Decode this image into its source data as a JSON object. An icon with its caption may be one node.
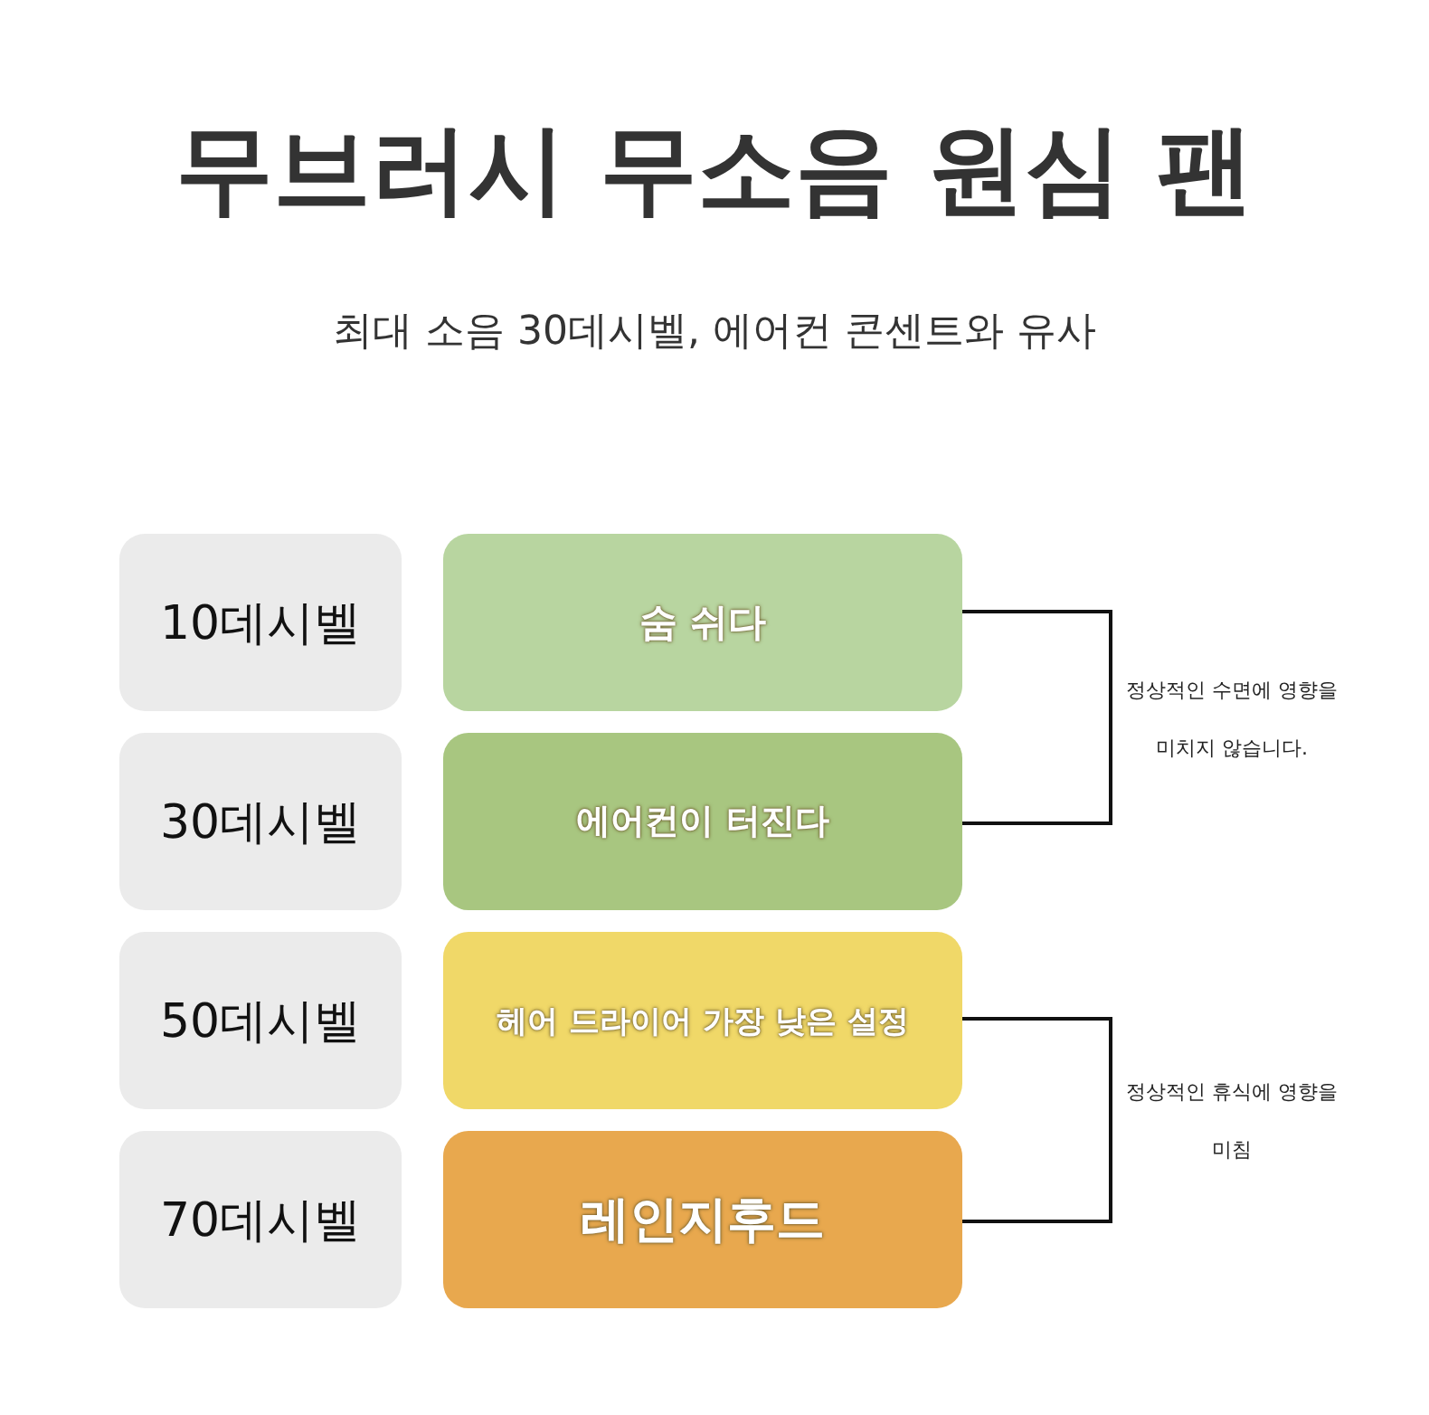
{
  "diagram": {
    "title": "무브러시 무소음 원심 팬",
    "caption": "최대 소음 30데시벨, 에어컨 콘센트와 유사",
    "nodes": [
      {
        "text": [
          "10데시벨"
        ]
      },
      {
        "text": [
          "숨 쉬다"
        ]
      },
      {
        "text": [
          "30데시벨"
        ]
      },
      {
        "text": [
          "에어컨이 터진다"
        ]
      },
      {
        "text": [
          "50데시벨"
        ]
      },
      {
        "text": [
          "헤어 드라이어 가장 낮은 설정"
        ]
      },
      {
        "text": [
          "70데시벨"
        ]
      },
      {
        "text": [
          "레인지후드"
        ]
      }
    ],
    "labels": [
      "정상적인 수면에 영향을 미치지 않습니다.",
      "정상적인 휴식에 영향을 미침"
    ]
  }
}
